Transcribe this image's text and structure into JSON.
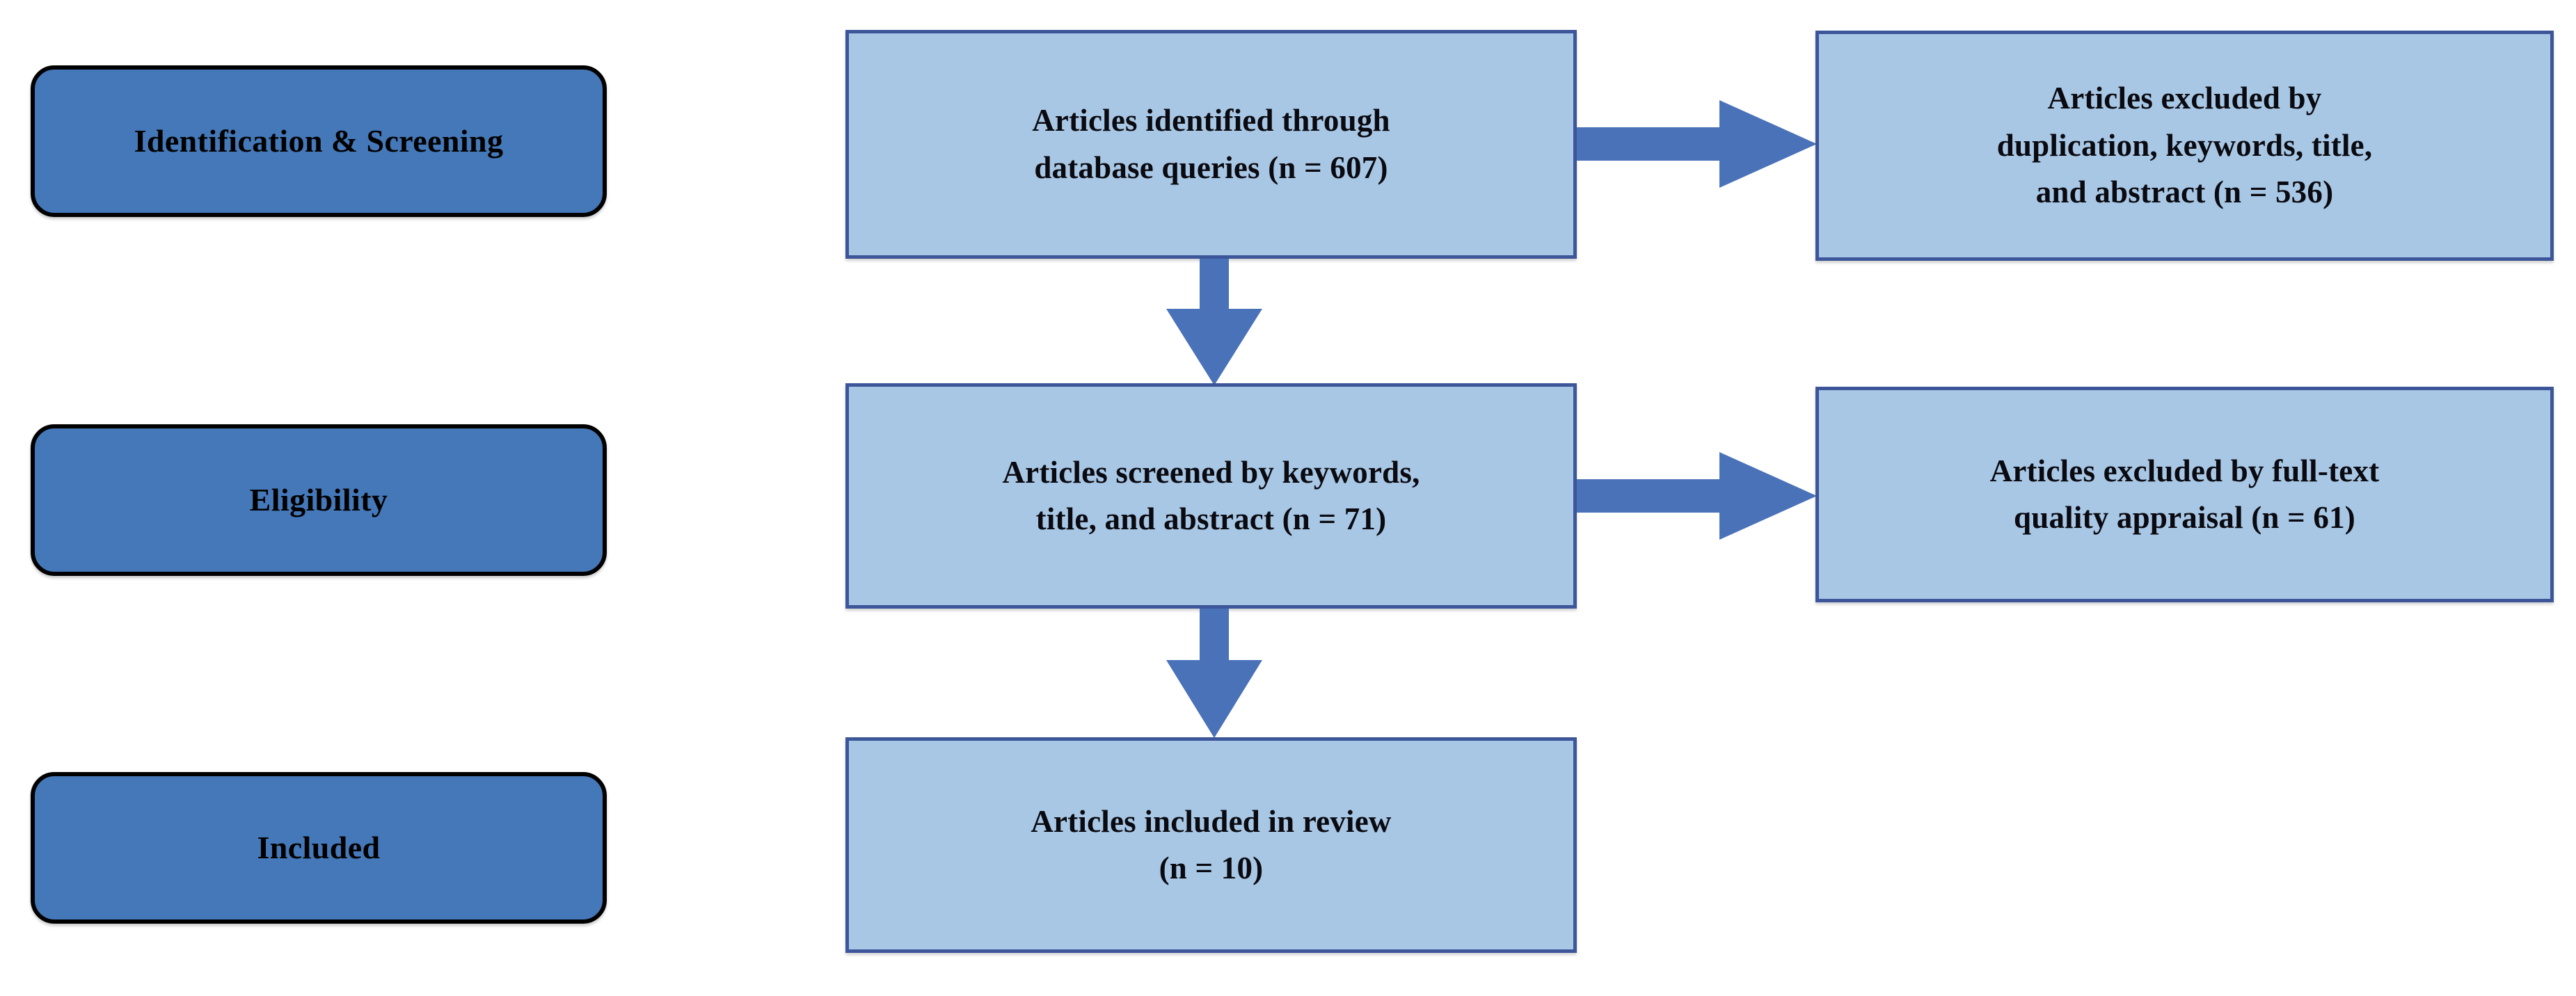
{
  "diagram": {
    "title": "PRISMA article selection flow diagram",
    "colors": {
      "stage_label_fill": "#4478B8",
      "stage_label_border": "#000000",
      "flow_box_fill": "#A8C7E5",
      "flow_box_border": "#3C5699",
      "arrow_fill": "#4A72B8",
      "background": "#FFFFFF",
      "text": "#000000"
    },
    "stage_labels": [
      {
        "id": "identification-screening",
        "lines": [
          "Identification &",
          "Screening"
        ]
      },
      {
        "id": "eligibility",
        "lines": [
          "Eligibility"
        ]
      },
      {
        "id": "included",
        "lines": [
          "Included"
        ]
      }
    ],
    "flow_boxes": [
      {
        "id": "identified",
        "lines": [
          "Articles identified through",
          "database queries (n = 607)"
        ],
        "count": 607
      },
      {
        "id": "excluded-duplication",
        "lines": [
          "Articles excluded by",
          "duplication, keywords, title,",
          "and abstract (n = 536)"
        ],
        "count": 536
      },
      {
        "id": "screened",
        "lines": [
          "Articles screened by keywords,",
          "title, and abstract (n = 71)"
        ],
        "count": 71
      },
      {
        "id": "excluded-fulltext",
        "lines": [
          "Articles excluded by full-text",
          "quality appraisal (n = 61)"
        ],
        "count": 61
      },
      {
        "id": "included-review",
        "lines": [
          "Articles included in review",
          "(n = 10)"
        ],
        "count": 10
      }
    ],
    "arrows": [
      {
        "id": "identified-to-excluded-duplication",
        "direction": "right"
      },
      {
        "id": "identified-to-screened",
        "direction": "down"
      },
      {
        "id": "screened-to-excluded-fulltext",
        "direction": "right"
      },
      {
        "id": "screened-to-included",
        "direction": "down"
      }
    ]
  }
}
